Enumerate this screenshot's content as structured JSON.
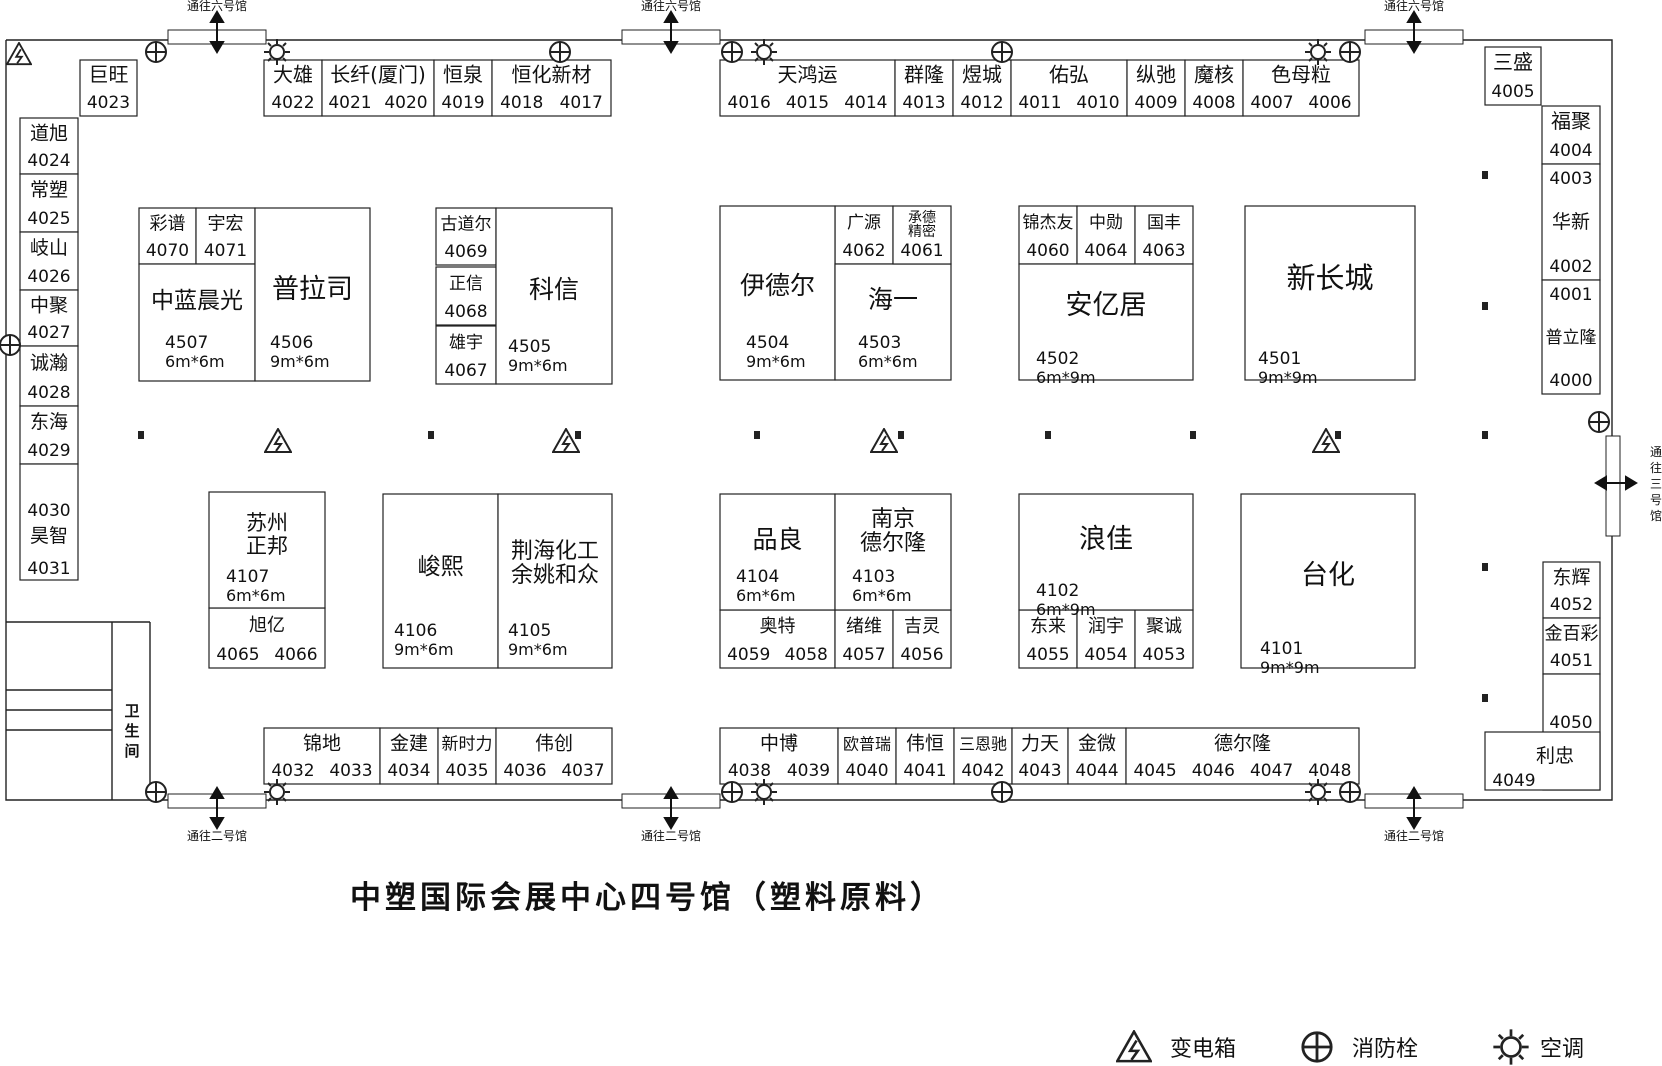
{
  "title": "中塑国际会展中心四号馆（塑料原料）",
  "legend": [
    {
      "icon": "transformer-icon",
      "label": "变电箱"
    },
    {
      "icon": "fire-hydrant-icon",
      "label": "消防栓"
    },
    {
      "icon": "air-conditioner-icon",
      "label": "空调"
    }
  ],
  "passages": {
    "to_hall6": "通往六号馆",
    "to_hall2": "通往二号馆",
    "to_hall3": [
      "通",
      "往",
      "三",
      "号",
      "馆"
    ]
  },
  "restroom": [
    "卫",
    "生",
    "间"
  ],
  "booths": {
    "b4023": {
      "name": "巨旺",
      "nums": [
        "4023"
      ]
    },
    "b4022": {
      "name": "大雄",
      "nums": [
        "4022"
      ]
    },
    "b4021": {
      "name": "长纤(厦门)",
      "nums": [
        "4021",
        "4020"
      ]
    },
    "b4019": {
      "name": "恒泉",
      "nums": [
        "4019"
      ]
    },
    "b4018": {
      "name": "恒化新材",
      "nums": [
        "4018",
        "4017"
      ]
    },
    "b4016": {
      "name": "天鸿运",
      "nums": [
        "4016",
        "4015",
        "4014"
      ]
    },
    "b4013": {
      "name": "群隆",
      "nums": [
        "4013"
      ]
    },
    "b4012": {
      "name": "煜城",
      "nums": [
        "4012"
      ]
    },
    "b4011": {
      "name": "佑弘",
      "nums": [
        "4011",
        "4010"
      ]
    },
    "b4009": {
      "name": "纵弛",
      "nums": [
        "4009"
      ]
    },
    "b4008": {
      "name": "魔核",
      "nums": [
        "4008"
      ]
    },
    "b4007": {
      "name": "色母粒",
      "nums": [
        "4007",
        "4006"
      ]
    },
    "b4005": {
      "name": "三盛",
      "nums": [
        "4005"
      ]
    },
    "b4004": {
      "name": "福聚",
      "nums": [
        "4004"
      ]
    },
    "b4003": {
      "name": "华新",
      "nums": [
        "4003",
        "4002"
      ]
    },
    "b4001": {
      "name": "普立隆",
      "nums": [
        "4001",
        "4000"
      ]
    },
    "b4024": {
      "name": "道旭",
      "nums": [
        "4024"
      ]
    },
    "b4025": {
      "name": "常塑",
      "nums": [
        "4025"
      ]
    },
    "b4026": {
      "name": "岐山",
      "nums": [
        "4026"
      ]
    },
    "b4027": {
      "name": "中聚",
      "nums": [
        "4027"
      ]
    },
    "b4028": {
      "name": "诚瀚",
      "nums": [
        "4028"
      ]
    },
    "b4029": {
      "name": "东海",
      "nums": [
        "4029"
      ]
    },
    "b4030": {
      "name": "昊智",
      "nums": [
        "4030",
        "4031"
      ]
    },
    "b4070": {
      "name": "彩谱",
      "nums": [
        "4070"
      ]
    },
    "b4071": {
      "name": "宇宏",
      "nums": [
        "4071"
      ]
    },
    "b4507": {
      "name": "中蓝晨光",
      "nums": [
        "4507"
      ],
      "size": "6m*6m"
    },
    "b4506": {
      "name": "普拉司",
      "nums": [
        "4506"
      ],
      "size": "9m*6m"
    },
    "b4069": {
      "name": "古道尔",
      "nums": [
        "4069"
      ]
    },
    "b4068": {
      "name": "正信",
      "nums": [
        "4068"
      ]
    },
    "b4067": {
      "name": "雄宇",
      "nums": [
        "4067"
      ]
    },
    "b4505": {
      "name": "科信",
      "nums": [
        "4505"
      ],
      "size": "9m*6m"
    },
    "b4504": {
      "name": "伊德尔",
      "nums": [
        "4504"
      ],
      "size": "9m*6m"
    },
    "b4062": {
      "name": "广源",
      "nums": [
        "4062"
      ]
    },
    "b4061": {
      "name": [
        "承德",
        "精密"
      ],
      "nums": [
        "4061"
      ]
    },
    "b4503": {
      "name": "海一",
      "nums": [
        "4503"
      ],
      "size": "6m*6m"
    },
    "b4060": {
      "name": "锦杰友",
      "nums": [
        "4060"
      ]
    },
    "b4064": {
      "name": "中勋",
      "nums": [
        "4064"
      ]
    },
    "b4063": {
      "name": "国丰",
      "nums": [
        "4063"
      ]
    },
    "b4502": {
      "name": "安亿居",
      "nums": [
        "4502"
      ],
      "size": "6m*9m"
    },
    "b4501": {
      "name": "新长城",
      "nums": [
        "4501"
      ],
      "size": "9m*9m"
    },
    "b4107": {
      "name": [
        "苏州",
        "正邦"
      ],
      "nums": [
        "4107"
      ],
      "size": "6m*6m"
    },
    "b4065": {
      "name": "旭亿",
      "nums": [
        "4065",
        "4066"
      ]
    },
    "b4106": {
      "name": "峻熙",
      "nums": [
        "4106"
      ],
      "size": "9m*6m"
    },
    "b4105": {
      "name": [
        "荆海化工",
        "余姚和众"
      ],
      "nums": [
        "4105"
      ],
      "size": "9m*6m"
    },
    "b4104": {
      "name": "品良",
      "nums": [
        "4104"
      ],
      "size": "6m*6m"
    },
    "b4103": {
      "name": [
        "南京",
        "德尔隆"
      ],
      "nums": [
        "4103"
      ],
      "size": "6m*6m"
    },
    "b4059": {
      "name": "奥特",
      "nums": [
        "4059",
        "4058"
      ]
    },
    "b4057": {
      "name": "绪维",
      "nums": [
        "4057"
      ]
    },
    "b4056": {
      "name": "吉灵",
      "nums": [
        "4056"
      ]
    },
    "b4102": {
      "name": "浪佳",
      "nums": [
        "4102"
      ],
      "size": "6m*9m"
    },
    "b4055": {
      "name": "东来",
      "nums": [
        "4055"
      ]
    },
    "b4054": {
      "name": "润宇",
      "nums": [
        "4054"
      ]
    },
    "b4053": {
      "name": "聚诚",
      "nums": [
        "4053"
      ]
    },
    "b4101": {
      "name": "台化",
      "nums": [
        "4101"
      ],
      "size": "9m*9m"
    },
    "b4052": {
      "name": "东辉",
      "nums": [
        "4052"
      ]
    },
    "b4051": {
      "name": "金百彩",
      "nums": [
        "4051"
      ]
    },
    "b4049": {
      "name": "利忠",
      "nums": [
        "4050",
        "4049"
      ]
    },
    "b4032": {
      "name": "锦地",
      "nums": [
        "4032",
        "4033"
      ]
    },
    "b4034": {
      "name": "金建",
      "nums": [
        "4034"
      ]
    },
    "b4035": {
      "name": "新时力",
      "nums": [
        "4035"
      ]
    },
    "b4036": {
      "name": "伟创",
      "nums": [
        "4036",
        "4037"
      ]
    },
    "b4038": {
      "name": "中博",
      "nums": [
        "4038",
        "4039"
      ]
    },
    "b4040": {
      "name": "欧普瑞",
      "nums": [
        "4040"
      ]
    },
    "b4041": {
      "name": "伟恒",
      "nums": [
        "4041"
      ]
    },
    "b4042": {
      "name": "三恩驰",
      "nums": [
        "4042"
      ]
    },
    "b4043": {
      "name": "力天",
      "nums": [
        "4043"
      ]
    },
    "b4044": {
      "name": "金微",
      "nums": [
        "4044"
      ]
    },
    "b4045": {
      "name": "德尔隆",
      "nums": [
        "4045",
        "4046",
        "4047",
        "4048"
      ]
    }
  }
}
